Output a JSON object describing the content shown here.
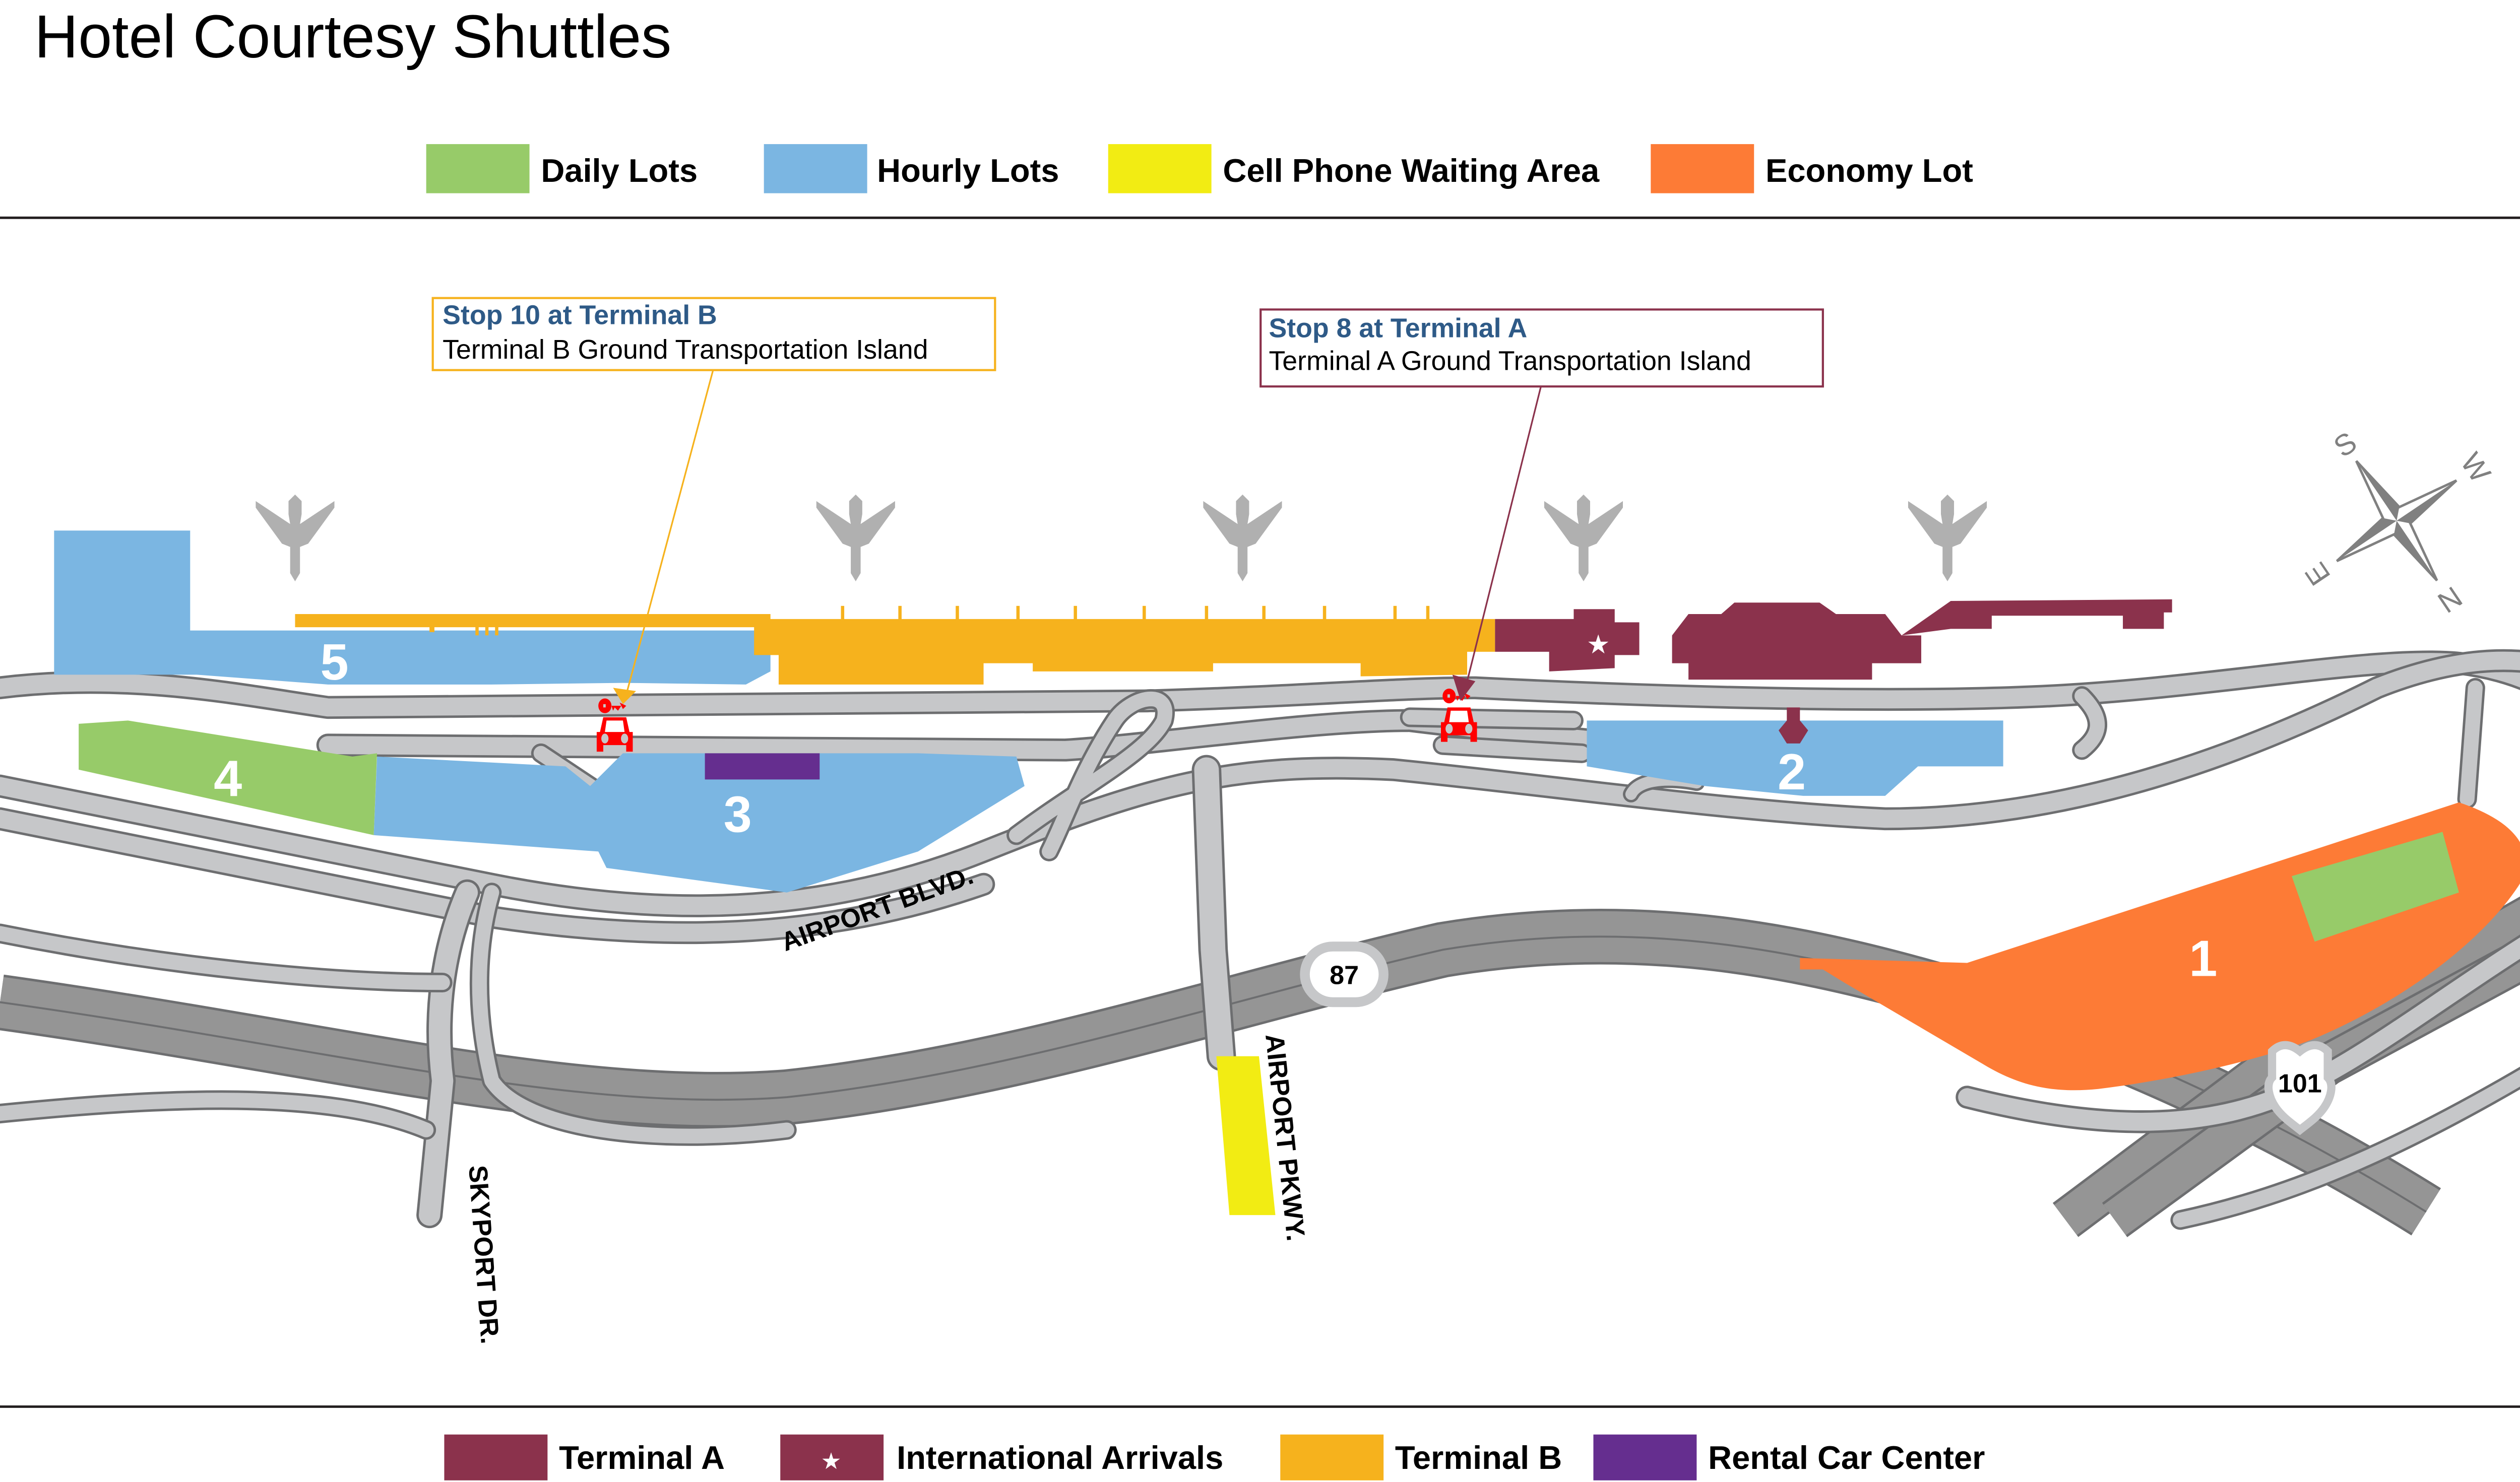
{
  "header": {
    "title": "Hotel Courtesy Shuttles"
  },
  "legend_top": [
    {
      "label": "Daily Lots",
      "color": "#97cb69"
    },
    {
      "label": "Hourly Lots",
      "color": "#7bb6e2"
    },
    {
      "label": "Cell Phone Waiting Area",
      "color": "#f2ec13"
    },
    {
      "label": "Economy Lot",
      "color": "#fd7b36"
    }
  ],
  "legend_bottom": [
    {
      "label": "Terminal A",
      "color": "#8b324c"
    },
    {
      "label": "International Arrivals",
      "color": "#8b324c",
      "icon": "star-icon",
      "glyph": "★"
    },
    {
      "label": "Terminal B",
      "color": "#f6b21d"
    },
    {
      "label": "Rental Car Center",
      "color": "#652e8f"
    }
  ],
  "callouts": [
    {
      "title": "Stop 10 at Terminal B",
      "body": "Terminal B Ground Transportation Island",
      "color": "#f6b21d"
    },
    {
      "title": "Stop 8 at Terminal A",
      "body": "Terminal A Ground Transportation Island",
      "color": "#8b324c"
    }
  ],
  "lots": [
    {
      "number": "1",
      "type": "Economy Lot"
    },
    {
      "number": "2",
      "type": "Hourly Lots"
    },
    {
      "number": "3",
      "type": "Hourly Lots"
    },
    {
      "number": "4",
      "type": "Daily Lots"
    },
    {
      "number": "5",
      "type": "Hourly Lots"
    }
  ],
  "roads": {
    "airport_blvd": "AIRPORT BLVD.",
    "airport_pkwy": "AIRPORT PKWY.",
    "skyport_dr": "SKYPORT DR."
  },
  "highways": {
    "sr87": "87",
    "us101": "101"
  },
  "compass": {
    "n": "N",
    "s": "S",
    "e": "E",
    "w": "W"
  },
  "colors": {
    "road": "#c6c7c9",
    "road_edge": "#6d6e70",
    "highway": "#959595",
    "shuttle_icon": "#ff0000",
    "airplane": "#b0b0b0",
    "compass": "#808080"
  }
}
